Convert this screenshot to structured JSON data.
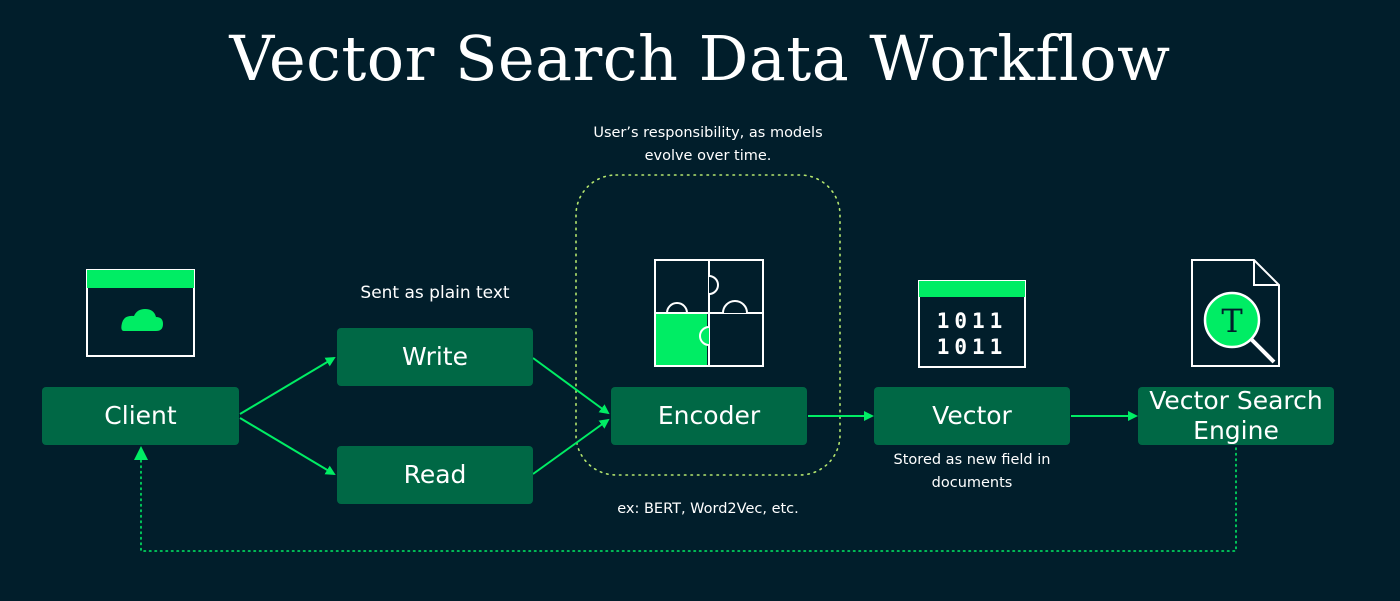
{
  "title": "Vector Search Data Workflow",
  "nodes": {
    "client": "Client",
    "write": "Write",
    "read": "Read",
    "encoder": "Encoder",
    "vector": "Vector",
    "engine": "Vector Search Engine"
  },
  "notes": {
    "plain_text": "Sent as plain text",
    "responsibility": "User’s responsibility, as models evolve over time.",
    "models": "ex: BERT, Word2Vec, etc.",
    "stored": "Stored as new field in documents"
  },
  "icons": {
    "client": "browser-window-cloud-icon",
    "encoder": "puzzle-pieces-icon",
    "vector": "binary-window-icon",
    "engine": "document-search-icon",
    "vector_bits": [
      "1011",
      "1011"
    ],
    "engine_glyph": "T"
  },
  "colors": {
    "background": "#011e2b",
    "box": "#006845",
    "accent": "#00ed64"
  }
}
